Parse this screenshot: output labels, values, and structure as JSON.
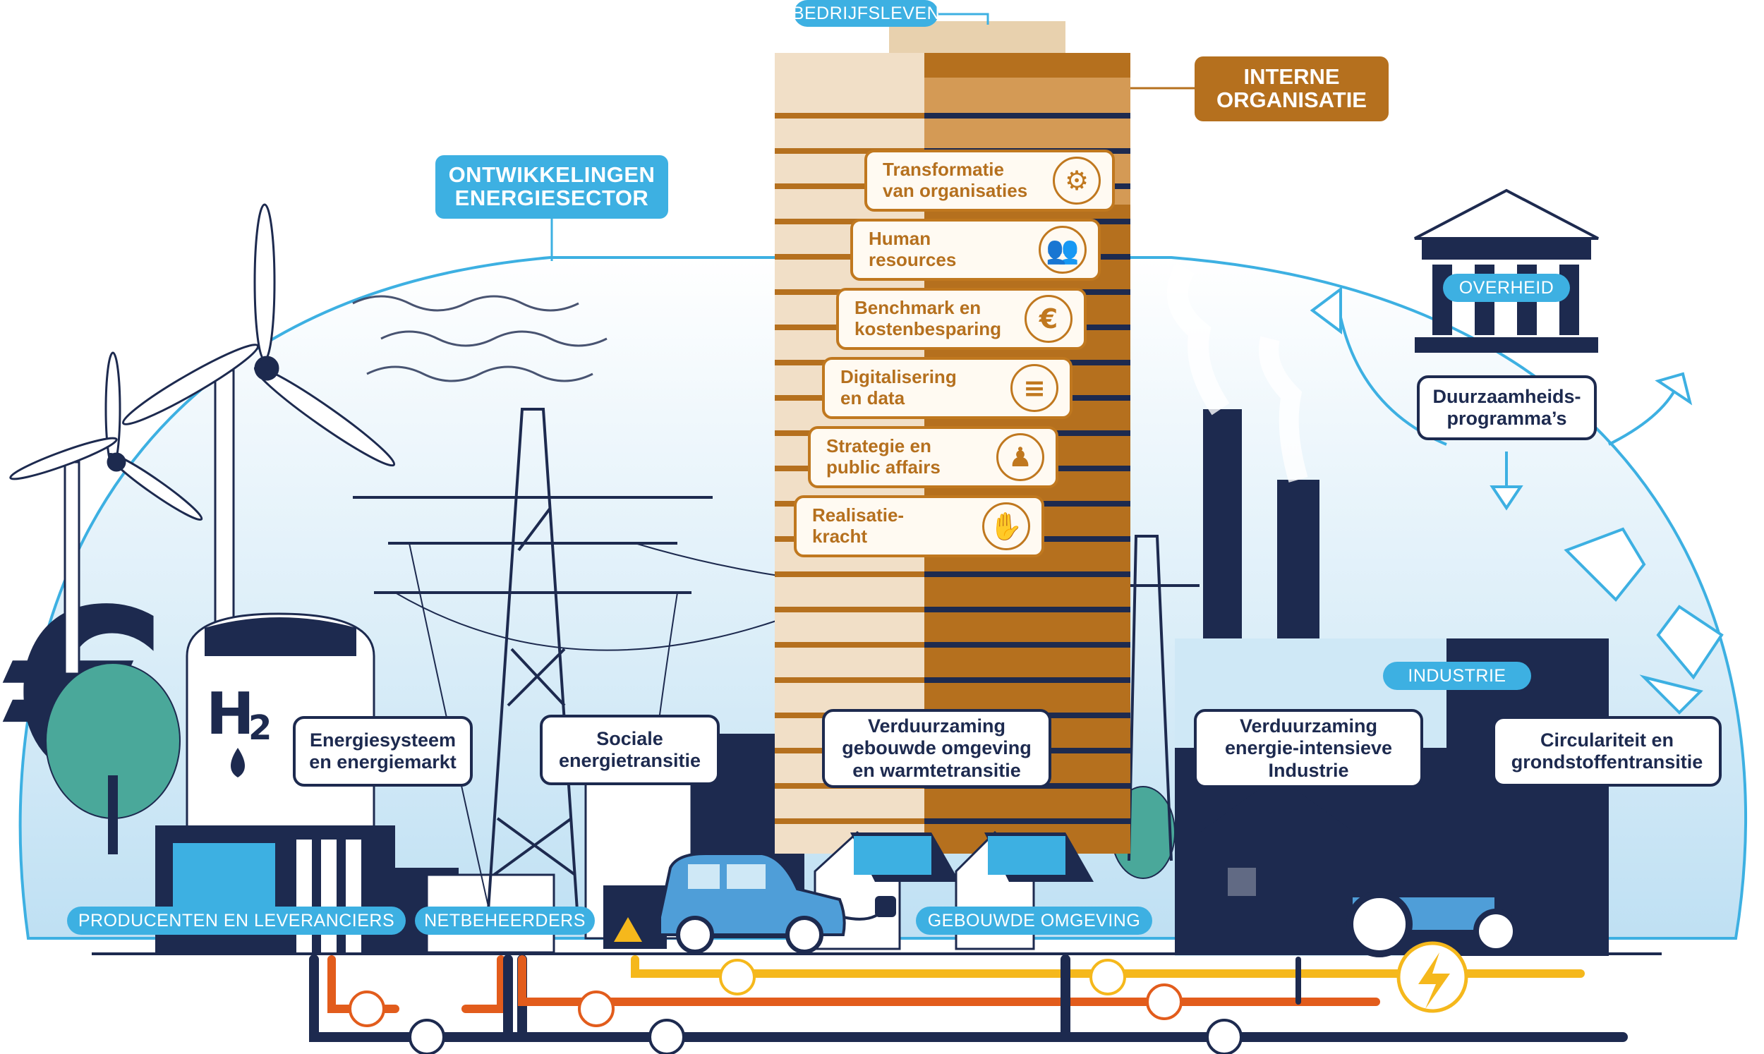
{
  "categories": {
    "bedrijfsleven": "BEDRIJFSLEVEN",
    "interne_organisatie": "INTERNE\nORGANISATIE",
    "ontwikkelingen": "ONTWIKKELINGEN\nENERGIESECTOR",
    "overheid": "OVERHEID",
    "industrie": "INDUSTRIE",
    "producenten": "PRODUCENTEN EN LEVERANCIERS",
    "netbeheerders": "NETBEHEERDERS",
    "gebouwde_omgeving": "GEBOUWDE OMGEVING"
  },
  "tower_cards": [
    {
      "label": "Transformatie\nvan organisaties",
      "icon": "building-gear-icon"
    },
    {
      "label": "Human\nresources",
      "icon": "people-group-icon"
    },
    {
      "label": "Benchmark en\nkostenbesparing",
      "icon": "euro-magnifier-icon"
    },
    {
      "label": "Digitalisering\nen data",
      "icon": "database-icon"
    },
    {
      "label": "Strategie en\npublic affairs",
      "icon": "chess-piece-icon"
    },
    {
      "label": "Realisatie-\nkracht",
      "icon": "raised-hands-icon"
    }
  ],
  "topics": {
    "energiesysteem": "Energiesysteem\nen energiemarkt",
    "sociale": "Sociale\nenergietransitie",
    "verduurzaming_gebouwd": "Verduurzaming\ngebouwde omgeving\nen warmtetransitie",
    "verduurzaming_industrie": "Verduurzaming\nenergie-intensieve\nIndustrie",
    "circulariteit": "Circulariteit en\ngrondstoffentransitie",
    "duurzaamheid": "Duurzaamheids-\nprogramma’s"
  },
  "hydrogen_label": "H",
  "hydrogen_subscript": "2",
  "colors": {
    "navy": "#1d2a4f",
    "sky": "#3db0e2",
    "light_sky": "#cfe8f6",
    "brown": "#b5701e",
    "tower_light": "#f1dfc7",
    "orange": "#e25c1c",
    "yellow": "#f5b81c",
    "teal": "#4aa89a"
  }
}
